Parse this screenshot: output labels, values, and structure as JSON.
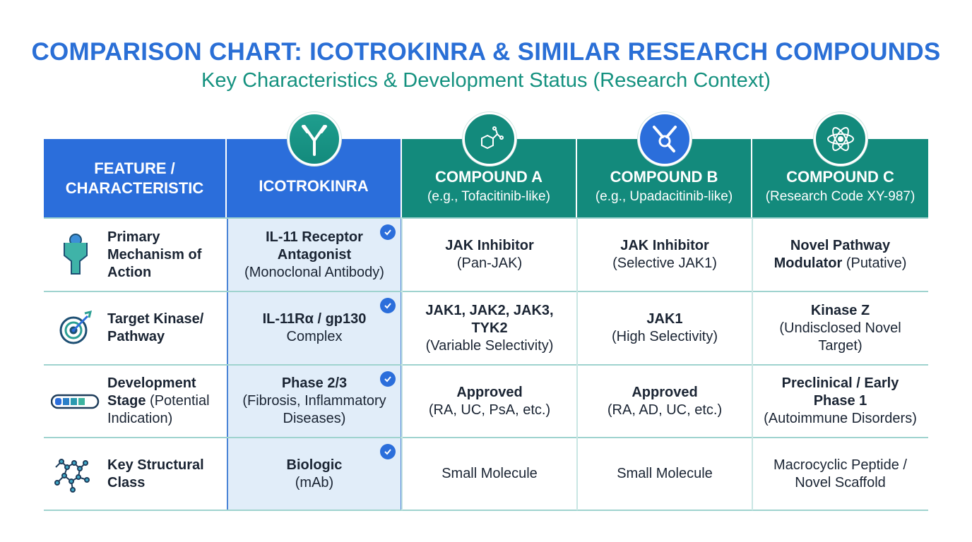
{
  "title": "COMPARISON CHART: ICOTROKINRA & SIMILAR RESEARCH COMPOUNDS",
  "subtitle": "Key Characteristics & Development Status (Research Context)",
  "colors": {
    "blue": "#2b6edb",
    "teal": "#138a7c",
    "highlight": "#e1edf9"
  },
  "headers": [
    {
      "name": "FEATURE / CHARACTERISTIC",
      "sub": "",
      "color": "blue",
      "icon": ""
    },
    {
      "name": "ICOTROKINRA",
      "sub": "",
      "color": "blue",
      "icon": "antibody-icon"
    },
    {
      "name": "COMPOUND A",
      "sub": "(e.g., Tofacitinib-like)",
      "color": "teal",
      "icon": "molecule-icon"
    },
    {
      "name": "COMPOUND B",
      "sub": "(e.g., Upadacitinib-like)",
      "color": "teal",
      "icon": "magnifier-icon"
    },
    {
      "name": "COMPOUND C",
      "sub": "(Research Code XY-987)",
      "color": "teal",
      "icon": "atom-icon"
    }
  ],
  "rows": [
    {
      "feature": [
        [
          [
            "Primary",
            1
          ]
        ],
        [
          [
            "Mechanism of",
            1
          ]
        ],
        [
          [
            "Action",
            1
          ]
        ]
      ],
      "icon": "receptor-icon",
      "cells": [
        [
          [
            [
              "IL-11 Receptor",
              1
            ]
          ],
          [
            [
              "Antagonist",
              1
            ]
          ],
          [
            [
              "(Monoclonal Antibody)",
              0
            ]
          ]
        ],
        [
          [
            [
              "JAK Inhibitor",
              1
            ]
          ],
          [
            [
              "(Pan-JAK)",
              0
            ]
          ]
        ],
        [
          [
            [
              "JAK Inhibitor",
              1
            ]
          ],
          [
            [
              "(Selective JAK1)",
              0
            ]
          ]
        ],
        [
          [
            [
              "Novel Pathway",
              1
            ]
          ],
          [
            [
              "Modulator ",
              1
            ],
            [
              "(Putative)",
              0
            ]
          ]
        ]
      ]
    },
    {
      "feature": [
        [
          [
            "Target Kinase/",
            1
          ]
        ],
        [
          [
            "Pathway",
            1
          ]
        ]
      ],
      "icon": "target-icon",
      "cells": [
        [
          [
            [
              "IL-11Rα / gp130",
              1
            ]
          ],
          [
            [
              "Complex",
              0
            ]
          ]
        ],
        [
          [
            [
              "JAK1, JAK2, JAK3,",
              1
            ]
          ],
          [
            [
              "TYK2",
              1
            ]
          ],
          [
            [
              "(Variable Selectivity)",
              0
            ]
          ]
        ],
        [
          [
            [
              "JAK1",
              1
            ]
          ],
          [
            [
              "(High Selectivity)",
              0
            ]
          ]
        ],
        [
          [
            [
              "Kinase Z",
              1
            ]
          ],
          [
            [
              "(Undisclosed Novel",
              0
            ]
          ],
          [
            [
              "Target)",
              0
            ]
          ]
        ]
      ]
    },
    {
      "feature": [
        [
          [
            "Development",
            1
          ]
        ],
        [
          [
            "Stage ",
            1
          ],
          [
            "(Potential",
            0
          ]
        ],
        [
          [
            "Indication)",
            0
          ]
        ]
      ],
      "icon": "progress-bar-icon",
      "cells": [
        [
          [
            [
              "Phase 2/3",
              1
            ]
          ],
          [
            [
              "(Fibrosis, Inflammatory",
              0
            ]
          ],
          [
            [
              "Diseases)",
              0
            ]
          ]
        ],
        [
          [
            [
              "Approved",
              1
            ]
          ],
          [
            [
              "(RA, UC, PsA, etc.)",
              0
            ]
          ]
        ],
        [
          [
            [
              "Approved",
              1
            ]
          ],
          [
            [
              "(RA, AD, UC, etc.)",
              0
            ]
          ]
        ],
        [
          [
            [
              "Preclinical / Early",
              1
            ]
          ],
          [
            [
              "Phase 1",
              1
            ]
          ],
          [
            [
              "(Autoimmune Disorders)",
              0
            ]
          ]
        ]
      ]
    },
    {
      "feature": [
        [
          [
            "Key Structural",
            1
          ]
        ],
        [
          [
            "Class",
            1
          ]
        ]
      ],
      "icon": "molecule-network-icon",
      "cells": [
        [
          [
            [
              "Biologic",
              1
            ]
          ],
          [
            [
              "(mAb)",
              0
            ]
          ]
        ],
        [
          [
            [
              "Small Molecule",
              0
            ]
          ]
        ],
        [
          [
            [
              "Small Molecule",
              0
            ]
          ]
        ],
        [
          [
            [
              "Macrocyclic Peptide /",
              0
            ]
          ],
          [
            [
              "Novel Scaffold",
              0
            ]
          ]
        ]
      ]
    }
  ]
}
